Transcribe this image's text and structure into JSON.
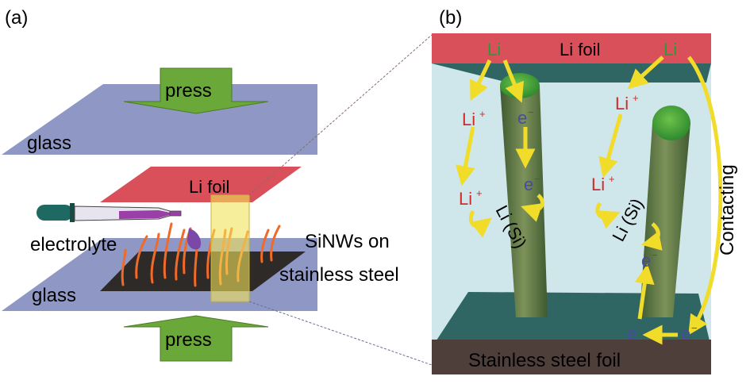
{
  "panel_a": {
    "tag": "(a)",
    "press_top": "press",
    "press_bottom": "press",
    "glass_top": "glass",
    "glass_bottom": "glass",
    "li_foil": "Li foil",
    "electrolyte": "electrolyte",
    "sinws_line1": "SiNWs on",
    "sinws_line2": "stainless steel"
  },
  "panel_b": {
    "tag": "(b)",
    "li_foil": "Li foil",
    "li_left": "Li",
    "li_right": "Li",
    "li_plus_1": "Li",
    "li_plus_2": "Li",
    "li_plus_3": "Li",
    "li_plus_4": "Li",
    "plus": "+",
    "e": "e",
    "minus": "−",
    "li_si_left": "Li (Si)",
    "li_si_right": "Li (Si)",
    "contacting": "Contacting",
    "stainless_steel_foil": "Stainless steel foil"
  },
  "colors": {
    "glass": "#8f98c4",
    "press_arrow": "#6aa83a",
    "li_foil": "#d9505a",
    "window": "#f2e25a",
    "steel_dark": "#2e2a28",
    "nanowire_orange": "#f06a2a",
    "electrolyte_bg": "#cfe6ea",
    "nanowire_green": "#5d7a42",
    "li_green": "#2a9a3a",
    "li_red": "#d42a2a",
    "e_blue": "#4a4aa0",
    "arrow_yellow": "#f2dc2a",
    "steel_top": "#2f6664",
    "steel_front": "#4e3f3a"
  }
}
